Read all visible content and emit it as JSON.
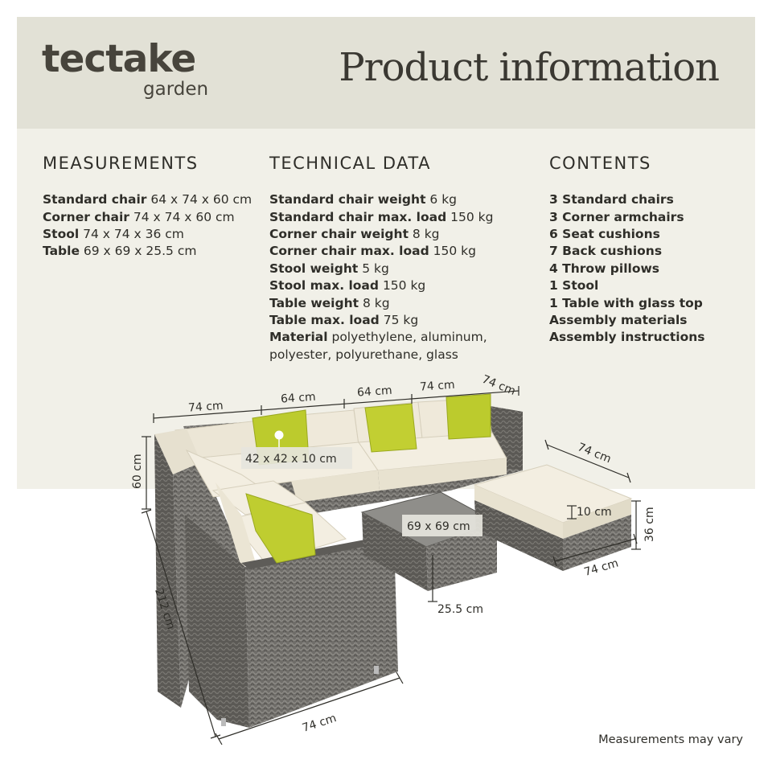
{
  "brand": {
    "name": "tectake",
    "sub": "garden"
  },
  "title": "Product information",
  "measurements": {
    "heading": "MEASUREMENTS",
    "rows": [
      {
        "label": "Standard chair",
        "value": "64 x 74 x 60 cm"
      },
      {
        "label": "Corner chair",
        "value": "74 x 74 x 60 cm"
      },
      {
        "label": "Stool",
        "value": "74 x 74 x 36 cm"
      },
      {
        "label": "Table",
        "value": "69 x 69 x 25.5 cm"
      }
    ]
  },
  "technical": {
    "heading": "TECHNICAL DATA",
    "rows": [
      {
        "label": "Standard chair weight",
        "value": "6 kg"
      },
      {
        "label": "Standard chair max. load",
        "value": "150 kg"
      },
      {
        "label": "Corner chair weight",
        "value": "8 kg"
      },
      {
        "label": "Corner chair max. load",
        "value": "150 kg"
      },
      {
        "label": "Stool weight",
        "value": "5 kg"
      },
      {
        "label": "Stool max. load",
        "value": "150 kg"
      },
      {
        "label": "Table weight",
        "value": "8 kg"
      },
      {
        "label": "Table max. load",
        "value": "75 kg"
      },
      {
        "label": "Material",
        "value": "polyethylene, aluminum, polyester, polyurethane, glass"
      }
    ]
  },
  "contents": {
    "heading": "CONTENTS",
    "items": [
      "3 Standard chairs",
      "3 Corner armchairs",
      "6 Seat cushions",
      "7 Back cushions",
      "4 Throw pillows",
      "1 Stool",
      "1 Table with glass top",
      "Assembly materials",
      "Assembly instructions"
    ]
  },
  "dimensions": {
    "top_1": "74 cm",
    "top_2": "64 cm",
    "top_3": "64 cm",
    "top_4": "74 cm",
    "top_5": "74 cm",
    "height": "60 cm",
    "depth": "212 cm",
    "bottom": "74 cm",
    "cushion": "42 x 42 x 10 cm",
    "table": "69 x 69 cm",
    "table_height": "25.5 cm",
    "stool_top": "74 cm",
    "stool_cushion": "10 cm",
    "stool_height": "36 cm",
    "stool_bottom": "74 cm"
  },
  "footnote": "Measurements may vary",
  "colors": {
    "header_bg": "#e2e1d6",
    "panel_bg": "#f1f0e8",
    "rattan": "#6e6c68",
    "cushion": "#efeadb",
    "pillow": "#b9c82c"
  }
}
